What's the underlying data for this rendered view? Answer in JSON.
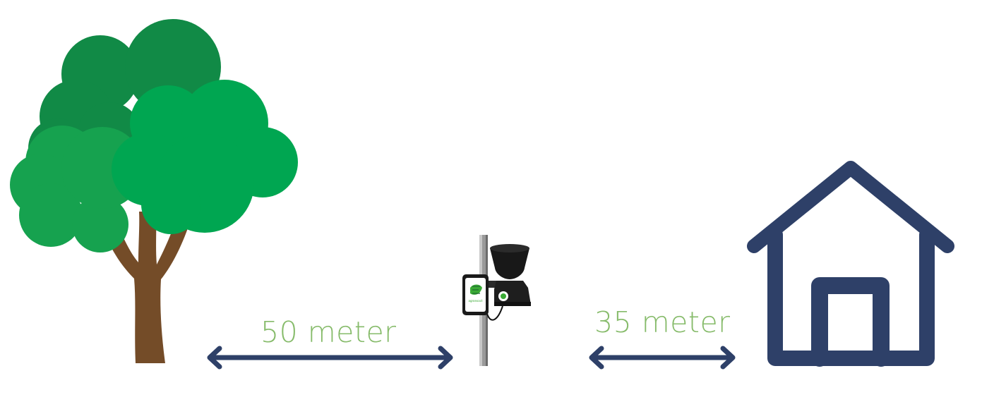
{
  "distances": {
    "tree_to_station": "50 meter",
    "station_to_house": "35 meter"
  },
  "station": {
    "logo_text": "agroexact"
  },
  "colors": {
    "label_green": "#86bb6a",
    "arrow_navy": "#2e4068",
    "house_navy": "#2e4068",
    "tree_dark_green": "#118a46",
    "tree_green": "#16a24f",
    "tree_light_green": "#00a651",
    "trunk_brown": "#744c28",
    "logo_green": "#3aaa35"
  },
  "icons": {
    "tree": "tree-icon",
    "house": "house-icon",
    "station": "weather-station-icon"
  }
}
